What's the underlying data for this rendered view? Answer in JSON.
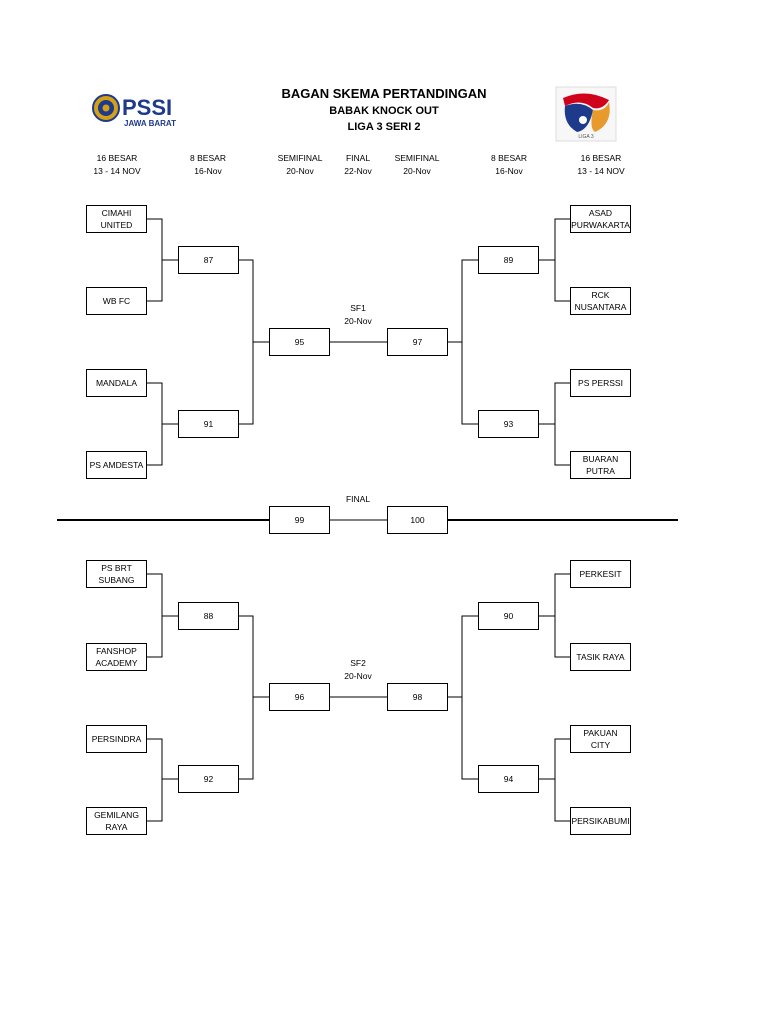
{
  "header": {
    "title": "BAGAN SKEMA PERTANDINGAN",
    "subtitle": "BABAK KNOCK OUT",
    "league": "LIGA 3 SERI 2"
  },
  "logos": {
    "left_text": "PSSI",
    "left_subtext": "JAWA BARAT",
    "left_color": "#1e3a8a",
    "right_text": "LIGA 3"
  },
  "columns": [
    {
      "round": "16 BESAR",
      "date": "13 - 14 NOV"
    },
    {
      "round": "8 BESAR",
      "date": "16-Nov"
    },
    {
      "round": "SEMIFINAL",
      "date": "20-Nov"
    },
    {
      "round": "FINAL",
      "date": "22-Nov"
    },
    {
      "round": "SEMIFINAL",
      "date": "20-Nov"
    },
    {
      "round": "8 BESAR",
      "date": "16-Nov"
    },
    {
      "round": "16 BESAR",
      "date": "13 - 14 NOV"
    }
  ],
  "teams": {
    "left_top": [
      "CIMAHI\nUNITED",
      "WB FC",
      "MANDALA",
      "PS AMDESTA"
    ],
    "right_top": [
      "ASAD\nPURWAKARTA",
      "RCK\nNUSANTARA",
      "PS PERSSI",
      "BUARAN\nPUTRA"
    ],
    "left_bottom": [
      "PS BRT\nSUBANG",
      "FANSHOP\nACADEMY",
      "PERSINDRA",
      "GEMILANG\nRAYA"
    ],
    "right_bottom": [
      "PERKESIT",
      "TASIK RAYA",
      "PAKUAN CITY",
      "PERSIKABUMI"
    ]
  },
  "matches": {
    "qf_left_top": [
      "87",
      "91"
    ],
    "qf_right_top": [
      "89",
      "93"
    ],
    "qf_left_bottom": [
      "88",
      "92"
    ],
    "qf_right_bottom": [
      "90",
      "94"
    ],
    "sf1_left": "95",
    "sf1_right": "97",
    "sf2_left": "96",
    "sf2_right": "98",
    "final_left": "99",
    "final_right": "100"
  },
  "labels": {
    "sf1": "SF1\n20-Nov",
    "sf2": "SF2\n20-Nov",
    "final": "FINAL"
  }
}
